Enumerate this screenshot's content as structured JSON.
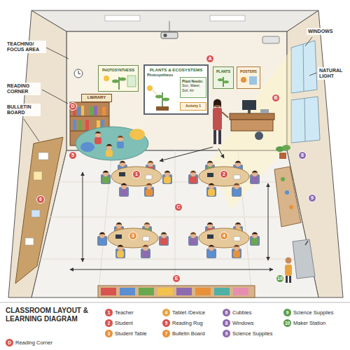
{
  "diagram": {
    "title": "CLASSROOM LAYOUT & LEARNING DIAGRAM",
    "nodes": [
      {
        "text": [
          "PHOTOSYNTHESIS"
        ]
      },
      {
        "text": [
          "PLANTS & ECOSYSTEMS",
          "Photosynthesis"
        ]
      },
      {
        "text": [
          "Plant Needs:",
          "Sun, Water, Soil, Air"
        ],
        "in": 1
      },
      {
        "text": [
          "Activity 1"
        ],
        "in": 1
      },
      {
        "text": [
          "PLANTS"
        ]
      },
      {
        "text": [
          "POSTERS"
        ]
      },
      {
        "text": [
          "LIBRARY"
        ]
      }
    ],
    "labels": [
      "TEACHING/ FOCUS AREA",
      "READING CORNER",
      "BULLETIN BOARD",
      "WINDOWS",
      "NATURAL LIGHT",
      "A",
      "B",
      "D",
      "5",
      "6",
      "1",
      "2",
      "C",
      "3",
      "4",
      "8",
      "9",
      "10",
      "E",
      "1",
      "2",
      "3",
      "4",
      "5",
      "7",
      "6",
      "8",
      "9",
      "9",
      "10",
      "D"
    ],
    "legend": [
      {
        "text": "Teacher",
        "color": "#d9534f"
      },
      {
        "text": "Student",
        "color": "#d9534f"
      },
      {
        "text": "Student Table",
        "color": "#e8913a"
      },
      {
        "text": "Tablet /Device",
        "color": "#e8a33d"
      },
      {
        "text": "Reading Rug",
        "color": "#d9534f"
      },
      {
        "text": "Bulletin Board",
        "color": "#e8913a"
      },
      {
        "text": "Cubbies",
        "color": "#8e6bb0"
      },
      {
        "text": "Windows",
        "color": "#8e6bb0"
      },
      {
        "text": "Science Supplies",
        "color": "#8e6bb0"
      },
      {
        "text": "Science Supplies",
        "color": "#5a9e4b"
      },
      {
        "text": "Maker Station",
        "color": "#5a9e4b"
      },
      {
        "text": "Reading Corner",
        "color": "#d9534f"
      }
    ]
  }
}
